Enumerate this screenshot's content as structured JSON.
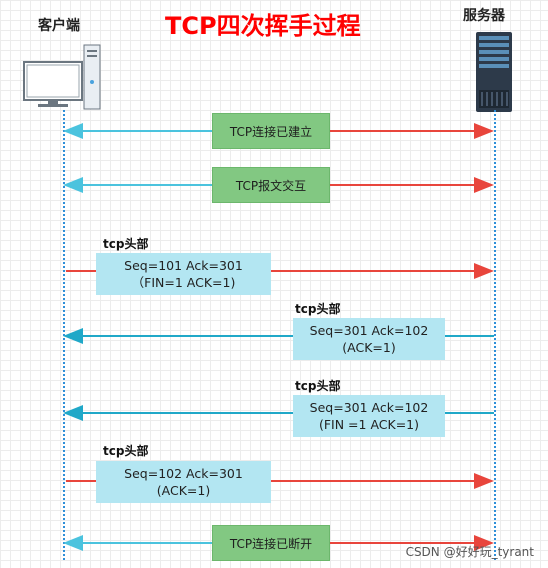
{
  "title": "TCP四次挥手过程",
  "client_label": "客户端",
  "server_label": "服务器",
  "icons": {
    "client": "desktop-computer-icon",
    "server": "server-tower-icon"
  },
  "colors": {
    "blue_arrow": "#4bc3de",
    "red_arrow": "#e8453c",
    "green_box": "#82c882",
    "light_blue_box": "#b3e6f2",
    "title": "#ff0000"
  },
  "messages": {
    "established": "TCP连接已建立",
    "exchange": "TCP报文交互",
    "closed": "TCP连接已断开"
  },
  "segments": [
    {
      "header": "tcp头部",
      "line1": "Seq=101 Ack=301",
      "line2": "（FIN=1 ACK=1)"
    },
    {
      "header": "tcp头部",
      "line1": "Seq=301 Ack=102",
      "line2": "(ACK=1)"
    },
    {
      "header": "tcp头部",
      "line1": "Seq=301 Ack=102",
      "line2": "(FIN =1 ACK=1)"
    },
    {
      "header": "tcp头部",
      "line1": "Seq=102 Ack=301",
      "line2": "(ACK=1)"
    }
  ],
  "watermark": "CSDN @好好玩_tyrant"
}
